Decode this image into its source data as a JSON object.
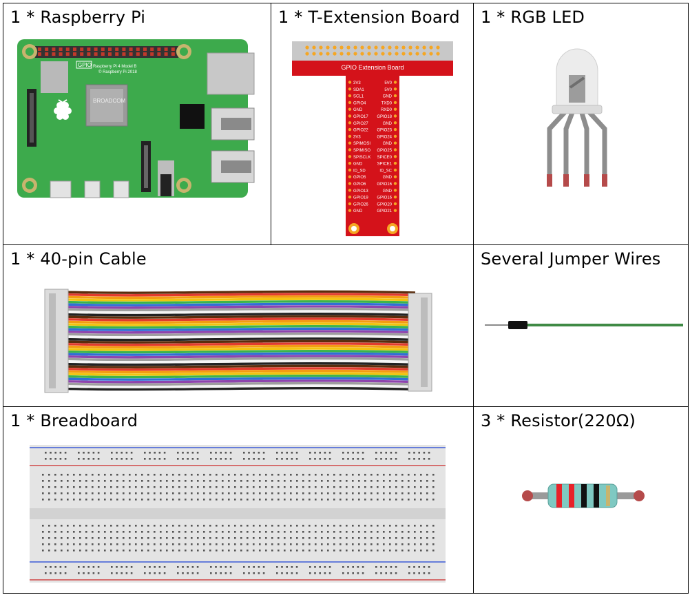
{
  "items": {
    "raspberry_pi": "1 * Raspberry Pi",
    "t_board": "1 * T-Extension Board",
    "rgb_led": "1 * RGB LED",
    "cable": "1 * 40-pin Cable",
    "jumper": "Several Jumper Wires",
    "breadboard": "1 * Breadboard",
    "resistor": "3 * Resistor(220Ω)"
  },
  "pi_board": {
    "gpio_tag": "GPIO",
    "model": "Raspberry Pi 4 Model B",
    "copyright": "© Raspberry Pi 2018",
    "chip": "BROADCOM"
  },
  "t_board_detail": {
    "header": "GPIO Extension Board",
    "left_pins": [
      "3V3",
      "SDA1",
      "SCL1",
      "GPIO4",
      "GND",
      "GPIO17",
      "GPIO27",
      "GPIO22",
      "3V3",
      "SPIMOSI",
      "SPIMISO",
      "SPISCLK",
      "GND",
      "ID_SD",
      "GPIO5",
      "GPIO6",
      "GPIO13",
      "GPIO19",
      "GPIO26",
      "GND"
    ],
    "right_pins": [
      "5V0",
      "5V0",
      "GND",
      "TXD0",
      "RXD0",
      "GPIO18",
      "GND",
      "GPIO23",
      "GPIO24",
      "GND",
      "GPIO25",
      "SPICE0",
      "SPICE1",
      "ID_SC",
      "GND",
      "GPIO16",
      "GND",
      "GPIO16",
      "GPIO20",
      "GPIO21"
    ]
  },
  "colors": {
    "pcb_green": "#3daa4c",
    "t_board_red": "#d4121a",
    "header_orange": "#f5a623",
    "led_leg": "#8d8d8d",
    "wire_green": "#3f8a45"
  }
}
